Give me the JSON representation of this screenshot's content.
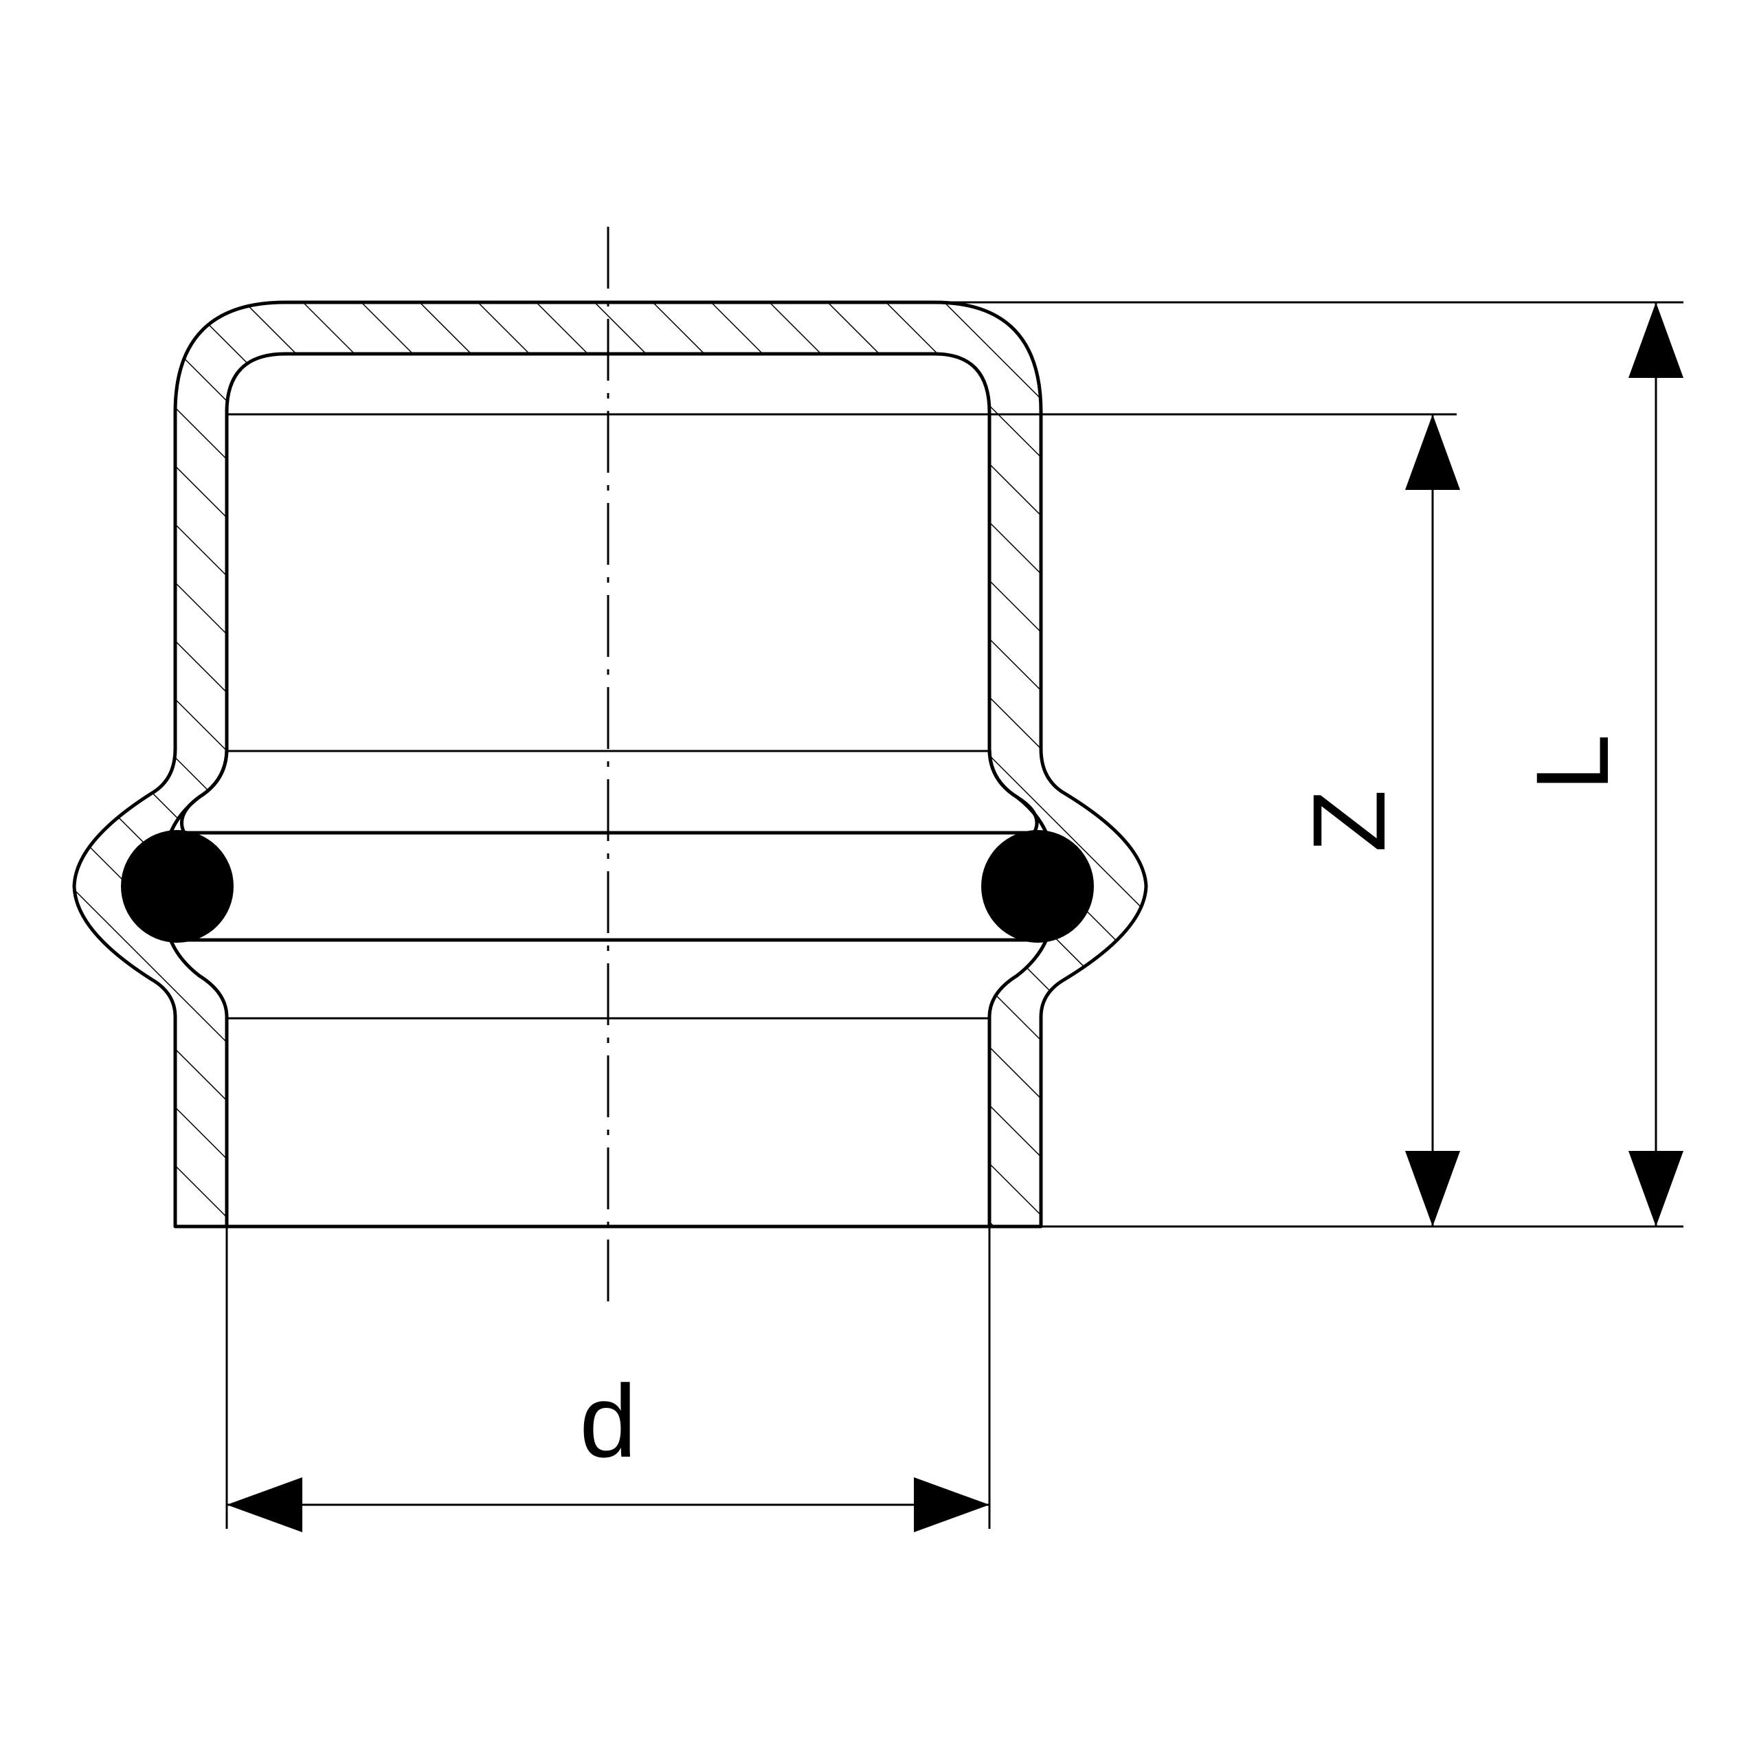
{
  "labels": {
    "d": "d",
    "z": "Z",
    "l": "L"
  },
  "colors": {
    "line": "#000000",
    "background": "#ffffff",
    "seal": "#000000"
  }
}
